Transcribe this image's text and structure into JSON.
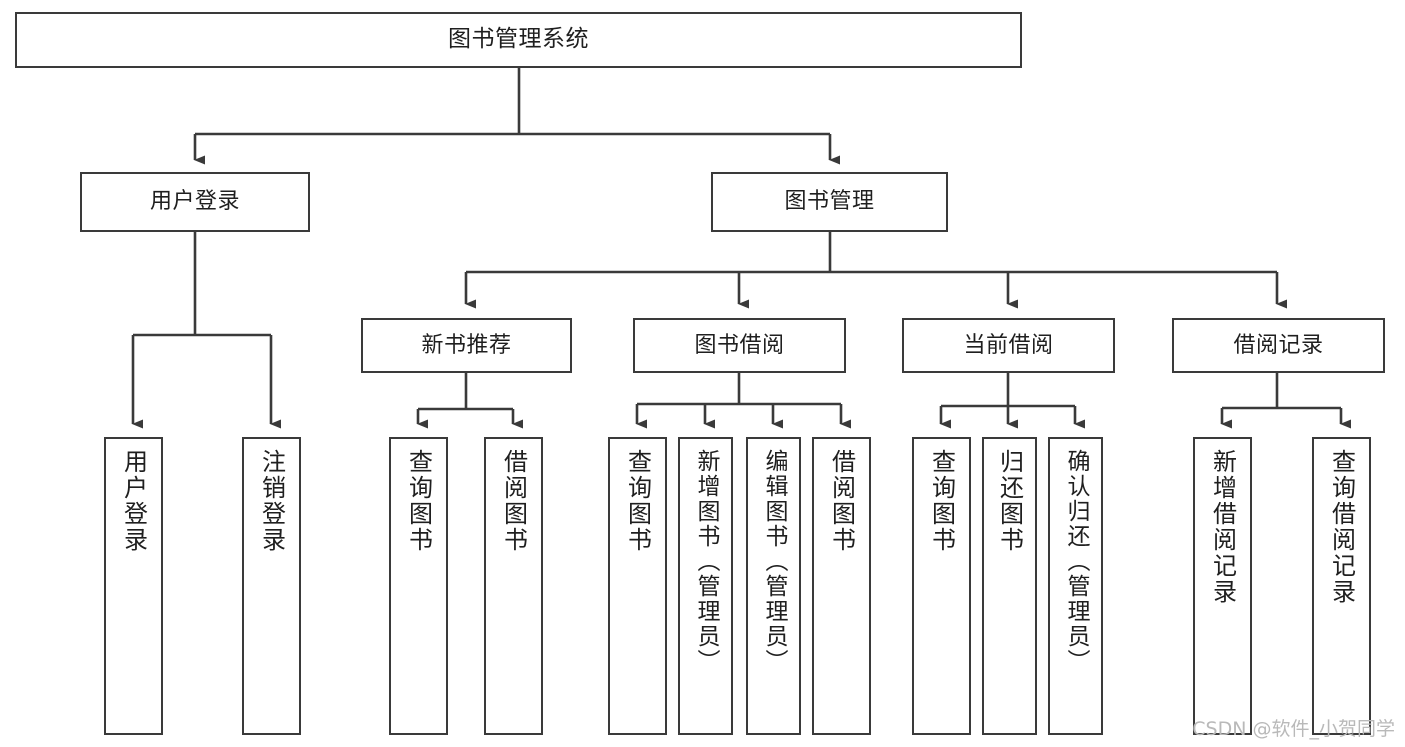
{
  "diagram": {
    "type": "tree",
    "title": "图书管理系统",
    "root": {
      "label": "图书管理系统"
    },
    "level2": [
      {
        "label": "用户登录"
      },
      {
        "label": "图书管理"
      }
    ],
    "level3": [
      {
        "label": "新书推荐"
      },
      {
        "label": "图书借阅"
      },
      {
        "label": "当前借阅"
      },
      {
        "label": "借阅记录"
      }
    ],
    "leaves": {
      "user_login": [
        {
          "label": "用户登录"
        },
        {
          "label": "注销登录"
        }
      ],
      "new_book_recommend": [
        {
          "label": "查询图书"
        },
        {
          "label": "借阅图书"
        }
      ],
      "book_borrow": [
        {
          "label": "查询图书"
        },
        {
          "label": "新增图书（管理员）"
        },
        {
          "label": "编辑图书（管理员）"
        },
        {
          "label": "借阅图书"
        }
      ],
      "current_borrow": [
        {
          "label": "查询图书"
        },
        {
          "label": "归还图书"
        },
        {
          "label": "确认归还（管理员）"
        }
      ],
      "borrow_record": [
        {
          "label": "新增借阅记录"
        },
        {
          "label": "查询借阅记录"
        }
      ]
    }
  },
  "watermark": {
    "text": "CSDN @软件_小贺同学"
  },
  "colors": {
    "background": "#ffffff",
    "box_border": "#3a3a3a",
    "box_fill": "#ffffff",
    "connector": "#3a3a3a",
    "text": "#1f1f1f",
    "watermark": "#b9b9b9"
  }
}
